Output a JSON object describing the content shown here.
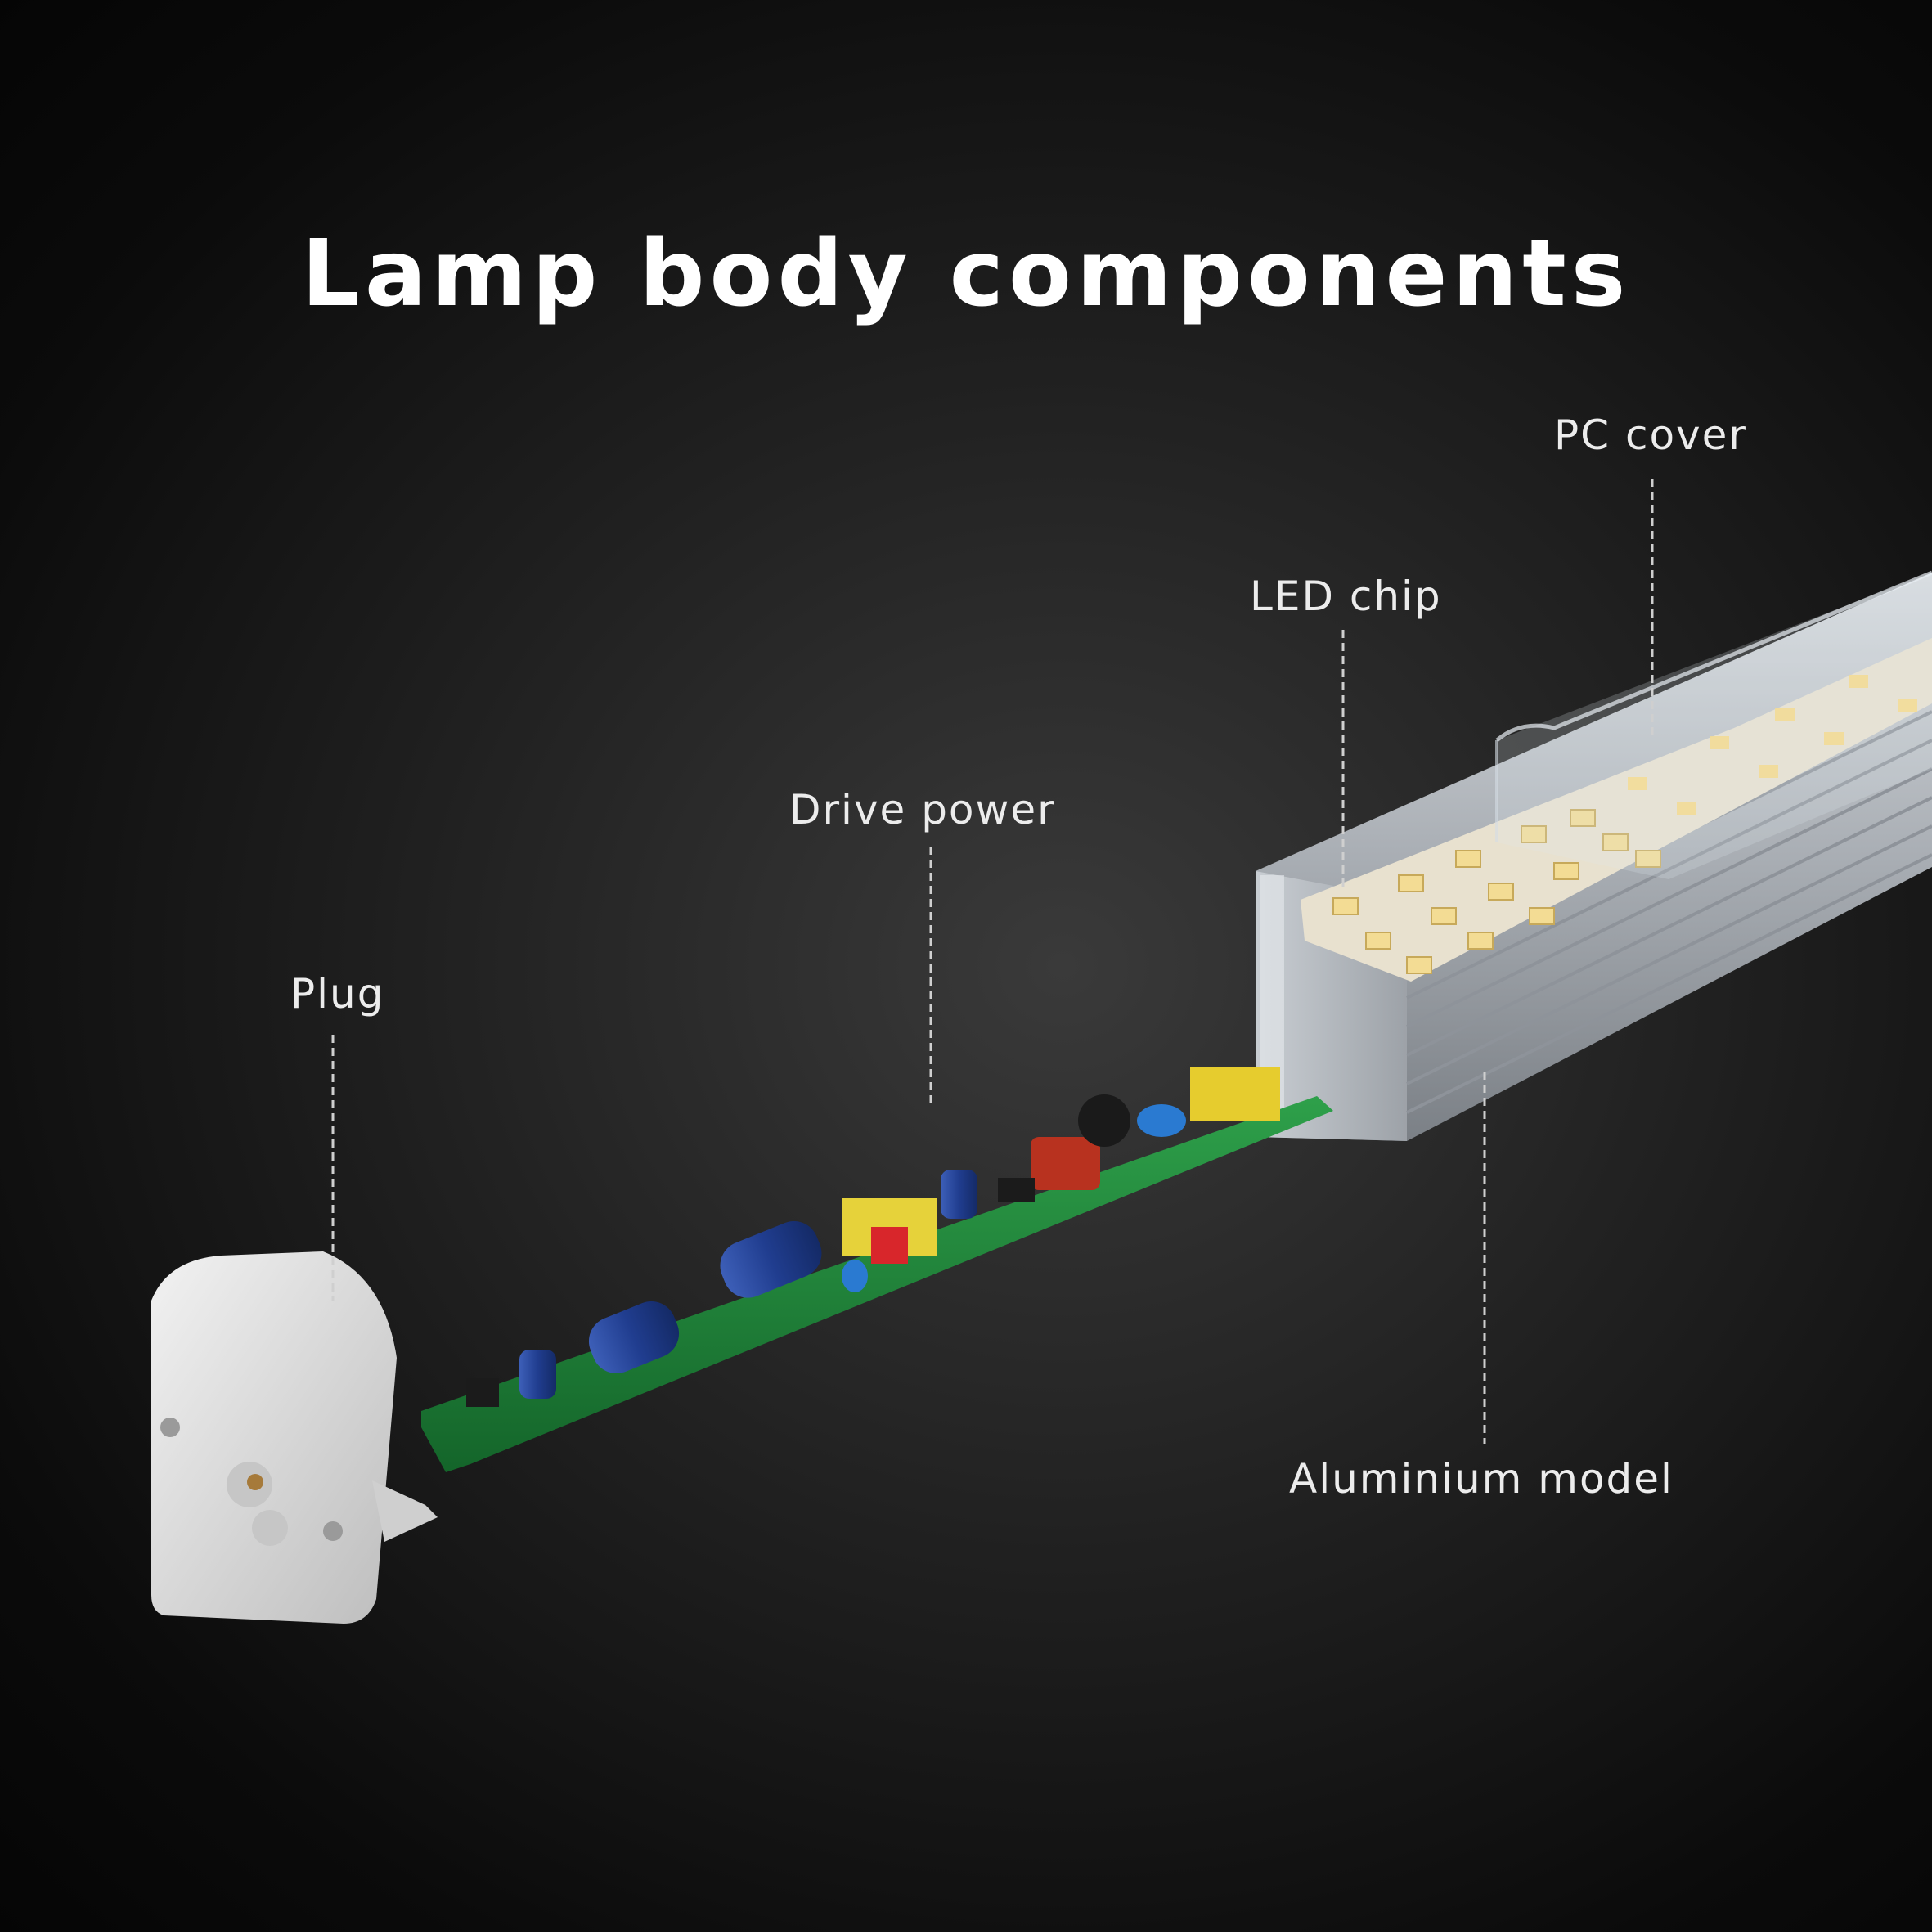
{
  "title": "Lamp body components",
  "components": {
    "pc_cover": "PC cover",
    "led_chip": "LED chip",
    "drive_power": "Drive power",
    "plug": "Plug",
    "aluminium_model": "Aluminium model"
  },
  "colors": {
    "background": "#111111",
    "text": "#ffffff",
    "leader_line": "#cfcfcf",
    "pcb_green": "#1f8a3a",
    "led_yellow": "#f3dc94",
    "aluminium": "#b9bec4",
    "plug_white": "#e4e4e4"
  }
}
